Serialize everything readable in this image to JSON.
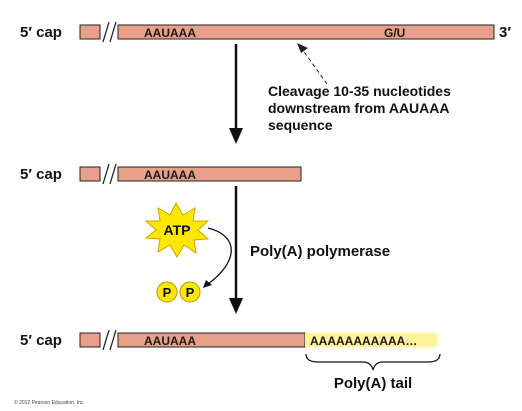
{
  "rows": [
    {
      "cap": "5′ cap",
      "seq": "AAUAAA",
      "site": "G/U",
      "end": "3′"
    },
    {
      "cap": "5′ cap",
      "seq": "AAUAAA"
    },
    {
      "cap": "5′ cap",
      "seq": "AAUAAA",
      "tail": "AAAAAAAAAAA…"
    }
  ],
  "cleavage_note": [
    "Cleavage 10-35 nucleotides",
    "downstream from AAUAAA",
    "sequence"
  ],
  "enzyme": "Poly(A) polymerase",
  "atp": "ATP",
  "phosphate": "P",
  "tail_label": "Poly(A) tail",
  "copyright": "© 2012 Pearson Education, Inc.",
  "colors": {
    "rna": "#e8a08a",
    "tail": "#fff49a",
    "atp": "#ffe800",
    "phosphate": "#ffe800",
    "outline": "#222222"
  }
}
